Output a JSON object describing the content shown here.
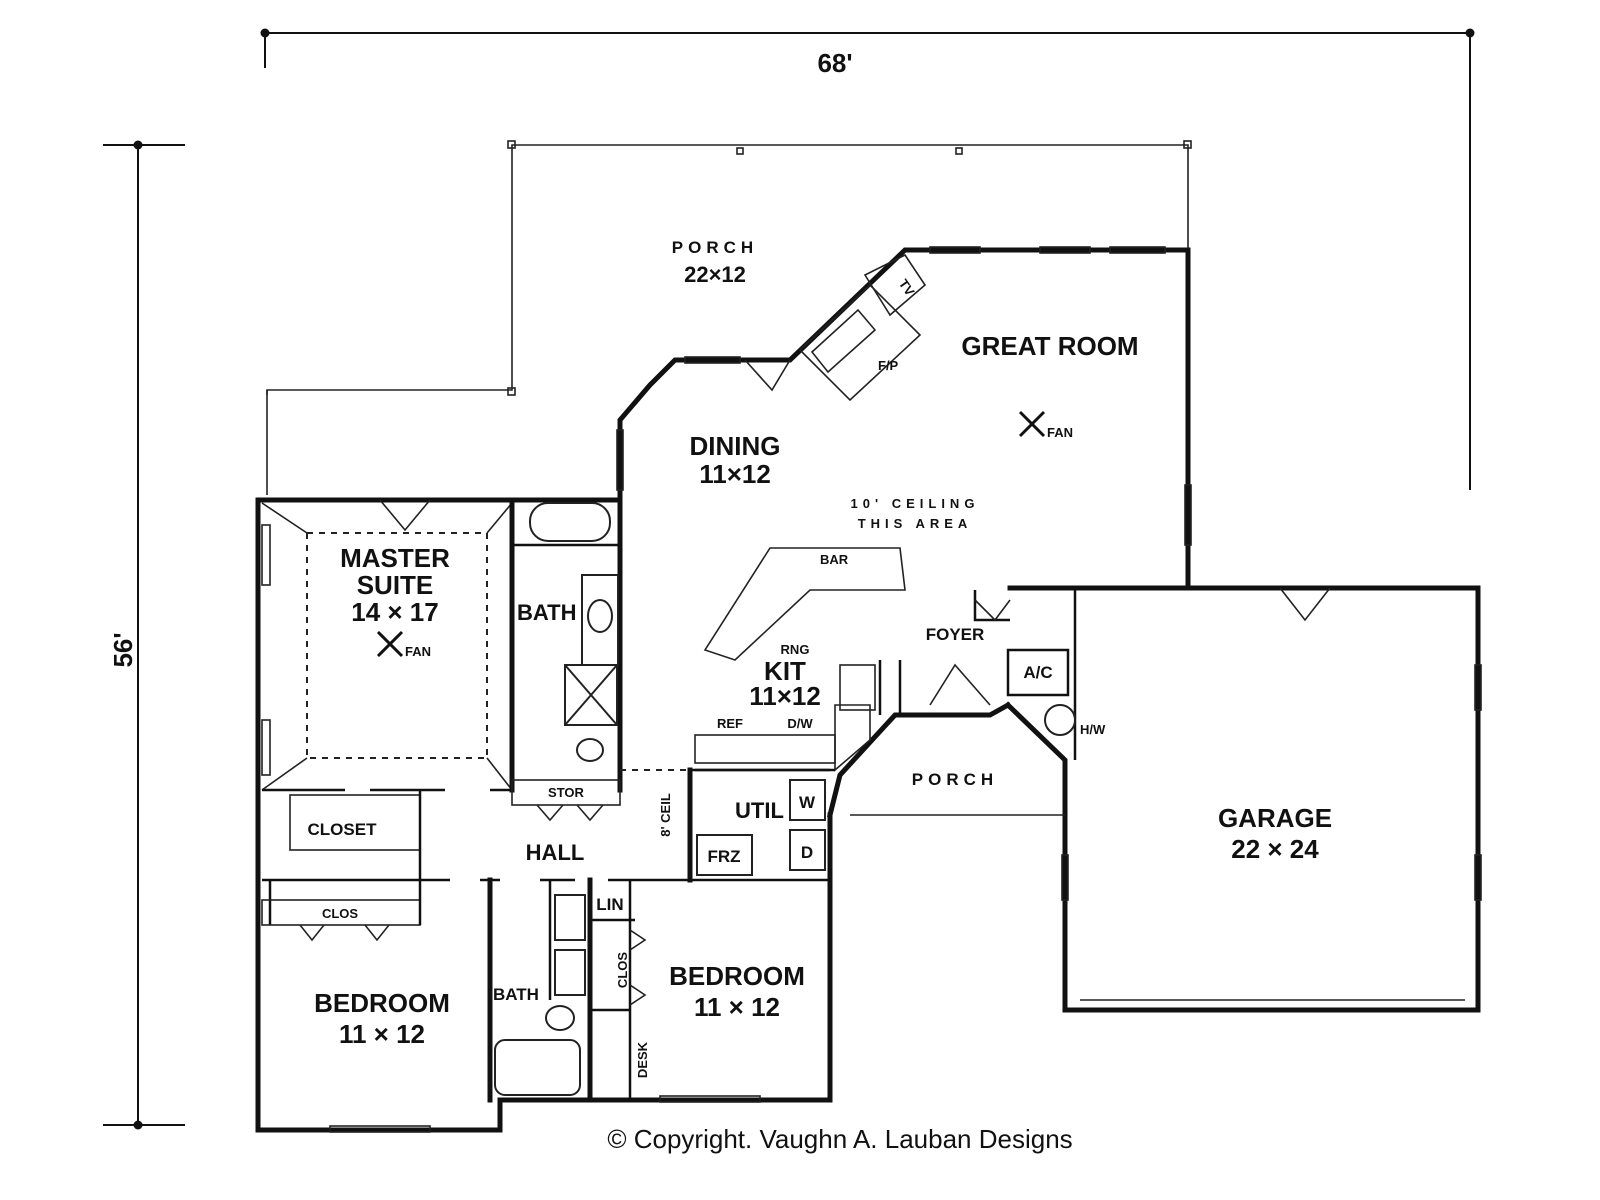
{
  "dimensions": {
    "width": "68'",
    "depth": "56'"
  },
  "rooms": {
    "porch_rear": {
      "name": "PORCH",
      "size": "22×12"
    },
    "great_room": {
      "name": "GREAT ROOM",
      "fan": "FAN"
    },
    "dining": {
      "name": "DINING",
      "size": "11×12"
    },
    "ceiling_note": {
      "line1": "10' CEILING",
      "line2": "THIS AREA"
    },
    "master_suite": {
      "line1": "MASTER",
      "line2": "SUITE",
      "size": "14 × 17",
      "fan": "FAN"
    },
    "master_bath": {
      "name": "BATH"
    },
    "kitchen": {
      "name": "KIT",
      "size": "11×12",
      "bar": "BAR",
      "range": "RNG",
      "ref": "REF",
      "dw": "D/W"
    },
    "foyer": {
      "name": "FOYER"
    },
    "ac": {
      "name": "A/C"
    },
    "hw": {
      "name": "H/W"
    },
    "tv": {
      "name": "TV"
    },
    "fireplace": {
      "name": "F/P"
    },
    "storage": {
      "name": "STOR"
    },
    "closet": {
      "name": "CLOSET"
    },
    "hall": {
      "name": "HALL"
    },
    "ceiling_8": {
      "name": "8' CEIL"
    },
    "utility": {
      "name": "UTIL",
      "washer": "W",
      "dryer": "D",
      "freezer": "FRZ"
    },
    "porch_front": {
      "name": "PORCH"
    },
    "garage": {
      "name": "GARAGE",
      "size": "22 × 24"
    },
    "bedroom_left": {
      "name": "BEDROOM",
      "size": "11 × 12",
      "clos": "CLOS"
    },
    "bath_2": {
      "name": "BATH"
    },
    "linen": {
      "name": "LIN"
    },
    "bedroom_right": {
      "name": "BEDROOM",
      "size": "11 × 12",
      "clos": "CLOS",
      "desk": "DESK"
    }
  },
  "copyright": "© Copyright. Vaughn A. Lauban Designs"
}
